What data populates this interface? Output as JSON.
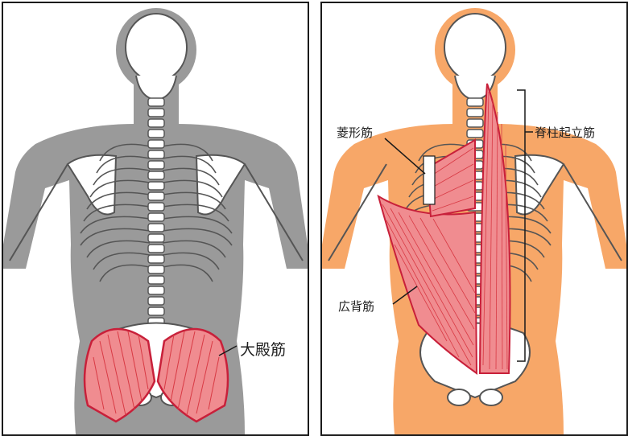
{
  "colors": {
    "left_silhouette": "#9a9a9a",
    "right_silhouette": "#f7a768",
    "bone_fill": "#ffffff",
    "bone_stroke": "#555555",
    "muscle_fill": "#f08c90",
    "muscle_fiber": "#d83a44",
    "muscle_outline": "#c8203a",
    "leader_line": "#1a1a1a"
  },
  "left_panel": {
    "labels": {
      "gluteus_maximus": "大殿筋"
    }
  },
  "right_panel": {
    "labels": {
      "rhomboid": "菱形筋",
      "erector_spinae": "脊柱起立筋",
      "latissimus_dorsi": "広背筋"
    }
  }
}
